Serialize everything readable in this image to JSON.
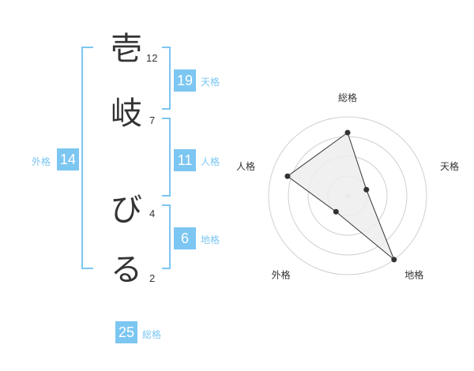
{
  "name_chars": [
    {
      "char": "壱",
      "strokes": "12"
    },
    {
      "char": "岐",
      "strokes": "7"
    },
    {
      "char": "び",
      "strokes": "4"
    },
    {
      "char": "る",
      "strokes": "2"
    }
  ],
  "fortunes": {
    "tenkaku": {
      "label": "天格",
      "value": "19"
    },
    "jinkaku": {
      "label": "人格",
      "value": "11"
    },
    "chikaku": {
      "label": "地格",
      "value": "6"
    },
    "gaikaku": {
      "label": "外格",
      "value": "14"
    },
    "soukaku": {
      "label": "総格",
      "value": "25"
    }
  },
  "colors": {
    "accent": "#7cc6f2",
    "text": "#333333",
    "radar_fill": "#ededed",
    "grid": "#d0d0d0"
  },
  "chart_data": {
    "type": "radar",
    "axes": [
      "総格",
      "天格",
      "地格",
      "外格",
      "人格"
    ],
    "values": [
      0.8,
      0.25,
      1.0,
      0.25,
      0.8
    ],
    "max": 1.0,
    "rings": 4
  }
}
